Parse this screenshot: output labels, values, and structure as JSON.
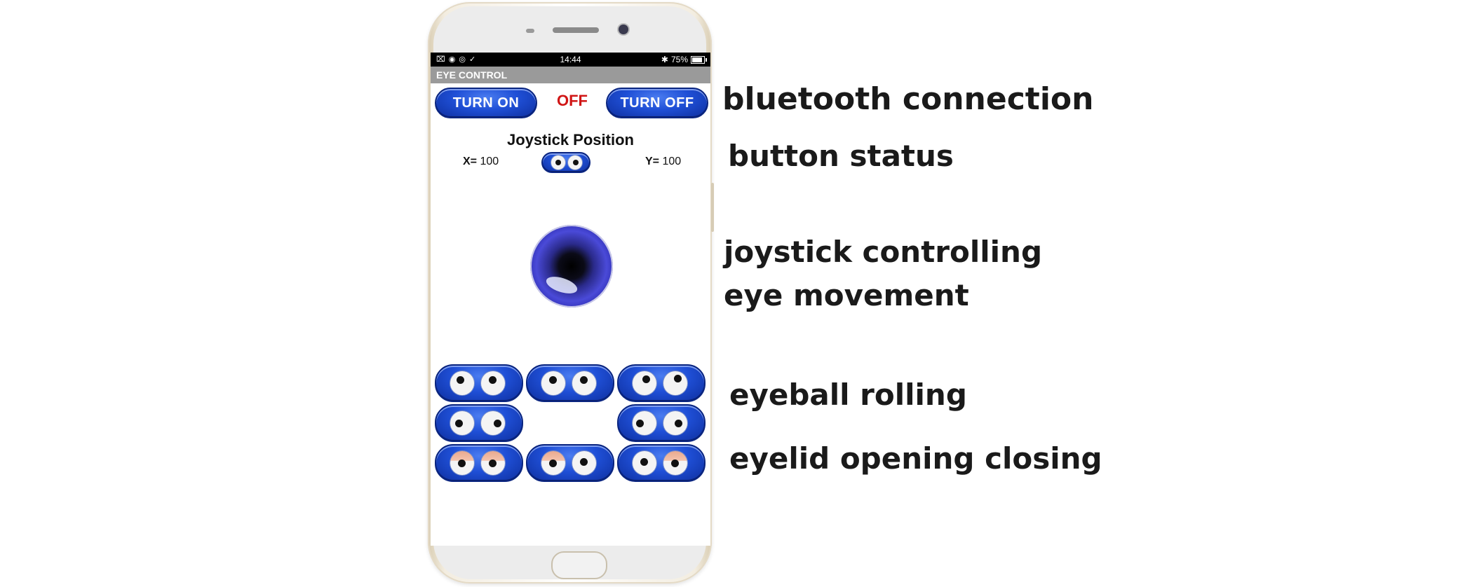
{
  "status_bar": {
    "left_icons": "⌧ ◉ ◎ ✓",
    "time": "14:44",
    "bluetooth_glyph": "✱",
    "battery": "75%"
  },
  "app": {
    "title": "EYE CONTROL",
    "turn_on_label": "TURN ON",
    "turn_off_label": "TURN OFF",
    "connection_status": "OFF",
    "joystick_title": "Joystick Position",
    "x_label": "X=",
    "x_value": "100",
    "y_label": "Y=",
    "y_value": "100"
  },
  "annotations": {
    "bluetooth": "bluetooth connection",
    "button_status": "button status",
    "joystick_line1": "joystick controlling",
    "joystick_line2": "eye movement",
    "rolling": "eyeball rolling",
    "eyelid": "eyelid opening closing"
  },
  "icons": {
    "eye_buttons": "eye-icon",
    "joystick": "joystick-eyeball-icon"
  },
  "colors": {
    "button_blue": "#1f4fd6",
    "off_red": "#d01515",
    "titlebar_gray": "#9a9a9a"
  }
}
